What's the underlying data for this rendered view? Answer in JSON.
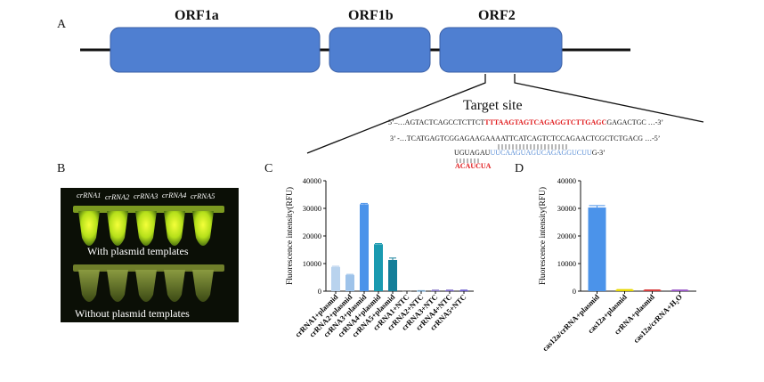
{
  "panel_a": {
    "letter": "A",
    "genes": [
      "ORF1a",
      "ORF1b",
      "ORF2"
    ],
    "target_label": "Target site",
    "seq_top_prefix": "5’–…AGTACTCAGCCTCTTCT",
    "seq_top_highlight": "TTTAAGTAGTCAGAGGTCTTGAGC",
    "seq_top_suffix": "GAGACTGC …-3’",
    "seq_bottom": "3’ -…TCATGAGTCGGAGAAGAAAATTCATCAGTCTCCAGAACTCGCTCTGACG …-5’",
    "crrna_black": "UGUAGAU",
    "crrna_blue": "UUCAAGUAGUCAGAGGUCUU",
    "crrna_end": "G-3’",
    "crrna_red": "ACAUCUA"
  },
  "panel_b": {
    "letter": "B",
    "tube_labels": [
      "crRNA1",
      "crRNA2",
      "crRNA3",
      "crRNA4",
      "crRNA5"
    ],
    "top_caption": "With  plasmid templates",
    "bottom_caption": "Without plasmid templates"
  },
  "panel_c": {
    "letter": "C"
  },
  "panel_d": {
    "letter": "D"
  },
  "chart_data": [
    {
      "type": "bar",
      "panel": "C",
      "ylabel": "Fluorescence intensity(RFU)",
      "ylim": [
        0,
        40000
      ],
      "yticks": [
        "0",
        "10000",
        "20000",
        "30000",
        "40000"
      ],
      "categories": [
        "crRNA1+plasmid",
        "crRNA2+plasmid",
        "crRNA3+plasmid",
        "crRNA4+plasmid",
        "crRNA5+plasmid",
        "crRNA1+NTC",
        "crRNA2+NTC",
        "crRNA3+NTC",
        "crRNA4+NTC",
        "crRNA5+NTC"
      ],
      "values": [
        8800,
        5900,
        31500,
        17000,
        11300,
        100,
        150,
        300,
        300,
        300
      ],
      "errors": [
        250,
        200,
        300,
        250,
        700,
        50,
        50,
        100,
        100,
        100
      ],
      "colors": [
        "#b9d3ee",
        "#9ec3ea",
        "#4b93ea",
        "#1a9ab0",
        "#137e99",
        "#888888",
        "#6f9fc7",
        "#8878c8",
        "#7b68c6",
        "#6a5acd"
      ]
    },
    {
      "type": "bar",
      "panel": "D",
      "ylabel": "Fluorescence intensity(RFU)",
      "ylim": [
        0,
        40000
      ],
      "yticks": [
        "0",
        "10000",
        "20000",
        "30000",
        "40000"
      ],
      "categories": [
        "cas12a/crRNA+plasmid",
        "cas12a+plasmid",
        "crRNA+plasmid",
        "cas12a/crRNA+H₂O"
      ],
      "values": [
        30300,
        500,
        400,
        350
      ],
      "errors": [
        700,
        100,
        100,
        100
      ],
      "colors": [
        "#4b93ea",
        "#e8d800",
        "#d84040",
        "#9b59c8"
      ]
    }
  ]
}
